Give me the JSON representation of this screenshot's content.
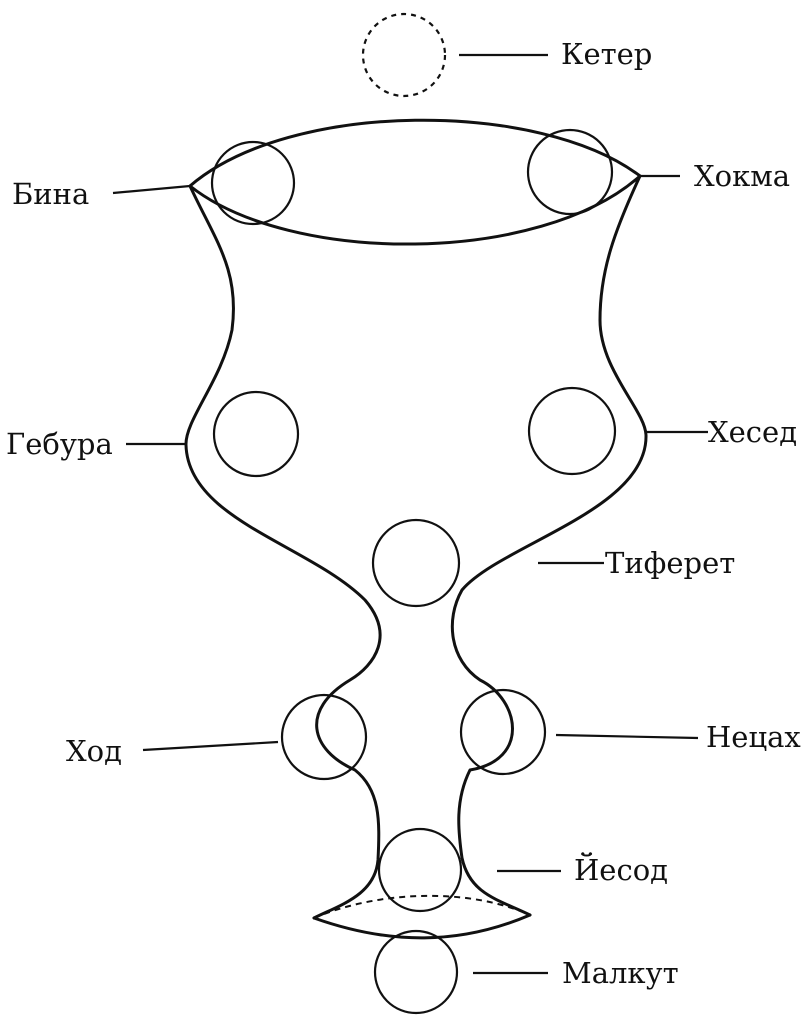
{
  "diagram": {
    "labels": {
      "keter": "Кетер",
      "hokma": "Хокма",
      "bina": "Бина",
      "hesed": "Хесед",
      "gebura": "Гебура",
      "tiferet": "Тиферет",
      "netsah": "Нецах",
      "hod": "Ход",
      "yesod": "Йесод",
      "malkut": "Малкут"
    }
  }
}
